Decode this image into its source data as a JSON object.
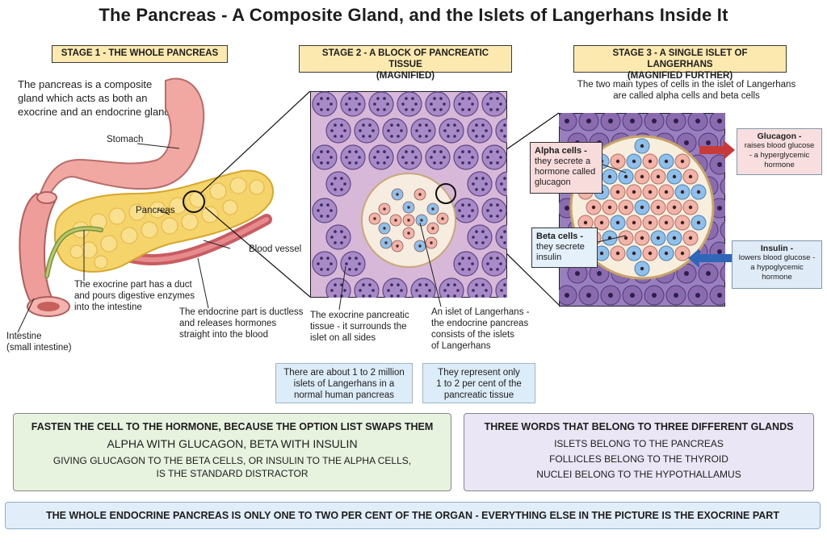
{
  "title": "The Pancreas - A Composite Gland, and the Islets of Langerhans Inside It",
  "stage1": {
    "heading": "STAGE 1 - THE WHOLE PANCREAS",
    "intro": [
      "The pancreas is a composite",
      "gland which acts as both an",
      "exocrine and an endocrine gland"
    ],
    "labels": {
      "stomach": "Stomach",
      "pancreas": "Pancreas",
      "blood_vessel": "Blood vessel",
      "exocrine": [
        "The exocrine part has a duct",
        "and pours digestive enzymes",
        "into the intestine"
      ],
      "endocrine": [
        "The endocrine part is ductless",
        "and releases hormones",
        "straight into the blood"
      ],
      "intestine": [
        "Intestine",
        "(small intestine)"
      ]
    }
  },
  "stage2": {
    "heading": [
      "STAGE 2 - A BLOCK OF PANCREATIC TISSUE",
      "(MAGNIFIED)"
    ],
    "labels": {
      "exocrine_tissue": [
        "The exocrine pancreatic",
        "tissue - it surrounds the",
        "islet on all sides"
      ],
      "islet": [
        "An islet of Langerhans -",
        "the endocrine pancreas",
        "consists of the islets",
        "of Langerhans"
      ]
    },
    "boxes": {
      "count": [
        "There are about 1 to 2 million",
        "islets of Langerhans in a",
        "normal human pancreas"
      ],
      "percent": [
        "They represent only",
        "1 to 2 per cent of the",
        "pancreatic tissue"
      ]
    }
  },
  "stage3": {
    "heading": [
      "STAGE 3 - A SINGLE ISLET OF LANGERHANS",
      "(MAGNIFIED FURTHER)"
    ],
    "intro": [
      "The two main types of cells in the islet of Langerhans",
      "are called alpha cells and beta cells"
    ],
    "alpha": {
      "title": "Alpha cells -",
      "lines": [
        "they secrete a",
        "hormone called",
        "glucagon"
      ]
    },
    "beta": {
      "title": "Beta cells -",
      "lines": [
        "they secrete",
        "insulin"
      ]
    },
    "glucagon": {
      "title": "Glucagon -",
      "lines": [
        "raises blood glucose",
        "- a hyperglycemic",
        "hormone"
      ]
    },
    "insulin": {
      "title": "Insulin -",
      "lines": [
        "lowers blood glucose -",
        "a hypoglycemic",
        "hormone"
      ]
    }
  },
  "panels": {
    "green": {
      "heading": "FASTEN THE CELL TO THE HORMONE, BECAUSE THE OPTION LIST SWAPS THEM",
      "main": "ALPHA WITH GLUCAGON, BETA WITH INSULIN",
      "lines": [
        "GIVING GLUCAGON TO THE BETA CELLS, OR INSULIN TO THE ALPHA CELLS,",
        "IS THE STANDARD DISTRACTOR"
      ]
    },
    "purple": {
      "heading": "THREE WORDS THAT BELONG TO THREE DIFFERENT GLANDS",
      "lines": [
        "ISLETS BELONG TO THE PANCREAS",
        "FOLLICLES BELONG TO THE THYROID",
        "NUCLEI BELONG TO THE HYPOTHALLAMUS"
      ]
    },
    "footer": "THE WHOLE ENDOCRINE PANCREAS IS ONLY ONE TO TWO PER CENT OF THE ORGAN - EVERYTHING ELSE IN THE PICTURE IS THE EXOCRINE PART"
  },
  "colors": {
    "stage_bg": "#fbe9b0",
    "alpha_cell": "#f2b3a8",
    "beta_cell": "#8fc0ec",
    "acinar": "#8a6bb0",
    "green_panel": "#e7f3df",
    "purple_panel": "#ebe6f6",
    "footer_panel": "#e1eef9",
    "glucagon_arrow": "#c83a3a",
    "insulin_arrow": "#2f66b8"
  }
}
